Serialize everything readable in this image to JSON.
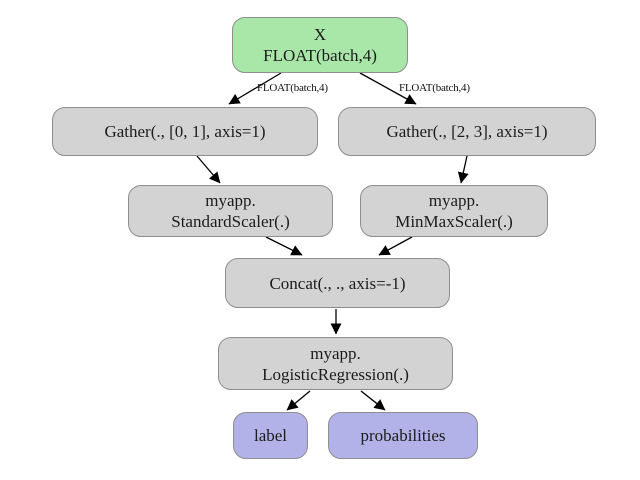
{
  "diagram": {
    "type": "onnx-pipeline-graph",
    "background_color": "#ffffff",
    "colors": {
      "input_fill": "#a9e7a9",
      "operator_fill": "#d3d3d3",
      "output_fill": "#b2b2e8",
      "node_border": "#8e8e8e",
      "edge_color": "#000000",
      "text_color": "#1c1c1c"
    },
    "nodes": [
      {
        "id": "input-x",
        "kind": "input",
        "lines": [
          "X",
          "FLOAT(batch,4)"
        ]
      },
      {
        "id": "gather-01",
        "kind": "operator",
        "lines": [
          "Gather(., [0, 1], axis=1)"
        ]
      },
      {
        "id": "gather-23",
        "kind": "operator",
        "lines": [
          "Gather(., [2, 3], axis=1)"
        ]
      },
      {
        "id": "standard-scaler",
        "kind": "operator",
        "lines": [
          "myapp.",
          "StandardScaler(.)"
        ]
      },
      {
        "id": "minmax-scaler",
        "kind": "operator",
        "lines": [
          "myapp.",
          "MinMaxScaler(.)"
        ]
      },
      {
        "id": "concat",
        "kind": "operator",
        "lines": [
          "Concat(., ., axis=-1)"
        ]
      },
      {
        "id": "logistic-regression",
        "kind": "operator",
        "lines": [
          "myapp.",
          "LogisticRegression(.)"
        ]
      },
      {
        "id": "output-label",
        "kind": "output",
        "lines": [
          "label"
        ]
      },
      {
        "id": "output-probabilities",
        "kind": "output",
        "lines": [
          "probabilities"
        ]
      }
    ],
    "edges": [
      {
        "from": "input-x",
        "to": "gather-01",
        "label": "FLOAT(batch,4)"
      },
      {
        "from": "input-x",
        "to": "gather-23",
        "label": "FLOAT(batch,4)"
      },
      {
        "from": "gather-01",
        "to": "standard-scaler",
        "label": ""
      },
      {
        "from": "gather-23",
        "to": "minmax-scaler",
        "label": ""
      },
      {
        "from": "standard-scaler",
        "to": "concat",
        "label": ""
      },
      {
        "from": "minmax-scaler",
        "to": "concat",
        "label": ""
      },
      {
        "from": "concat",
        "to": "logistic-regression",
        "label": ""
      },
      {
        "from": "logistic-regression",
        "to": "output-label",
        "label": ""
      },
      {
        "from": "logistic-regression",
        "to": "output-probabilities",
        "label": ""
      }
    ]
  }
}
